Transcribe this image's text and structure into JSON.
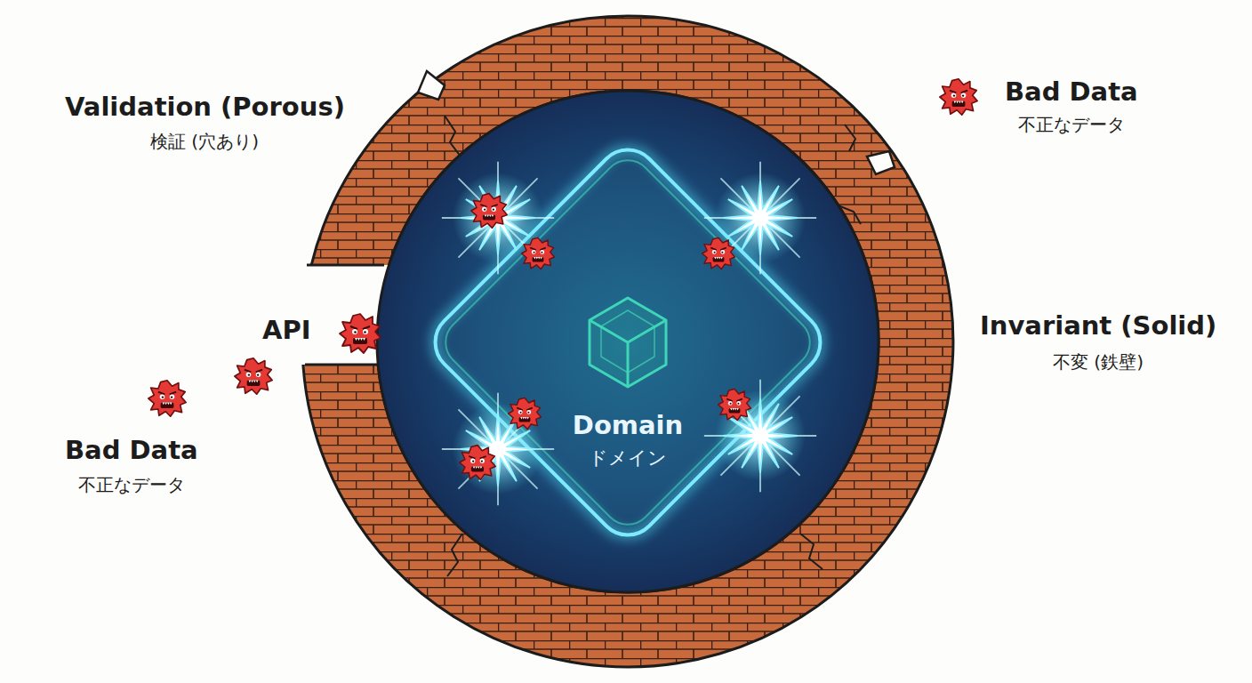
{
  "diagram": {
    "nodes": [
      {
        "text": [
          "Domain",
          "ドメイン"
        ]
      }
    ],
    "labels": [
      "Validation (Porous)",
      "検証 (穴あり)",
      "Bad Data",
      "不正なデータ",
      "API",
      "Bad Data",
      "不正なデータ",
      "Invariant (Solid)",
      "不変 (鉄壁)"
    ]
  }
}
